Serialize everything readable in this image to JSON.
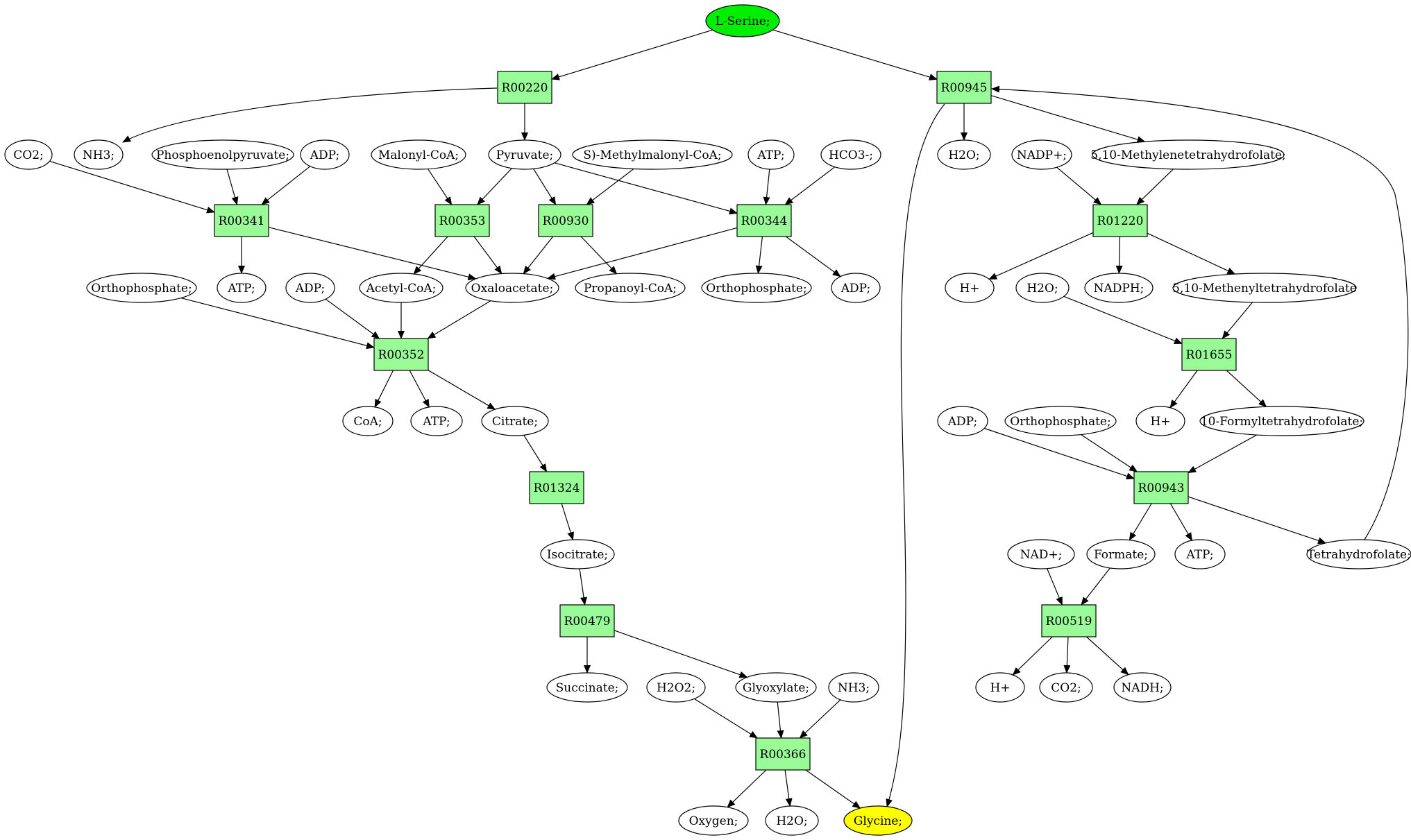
{
  "diagram": {
    "start_color": "#00ee00",
    "end_color": "#ffff00",
    "reaction_color": "#98fb98",
    "nodes": [
      {
        "id": "n_serine",
        "label": "L-Serine;",
        "kind": "start"
      },
      {
        "id": "r_00220",
        "label": "R00220",
        "kind": "reaction"
      },
      {
        "id": "r_00945",
        "label": "R00945",
        "kind": "reaction"
      },
      {
        "id": "n_co2_a",
        "label": "CO2;",
        "kind": "compound"
      },
      {
        "id": "n_nh3_a",
        "label": "NH3;",
        "kind": "compound"
      },
      {
        "id": "n_pep",
        "label": "Phosphoenolpyruvate;",
        "kind": "compound"
      },
      {
        "id": "n_adp_a",
        "label": "ADP;",
        "kind": "compound"
      },
      {
        "id": "n_malonyl",
        "label": "Malonyl-CoA;",
        "kind": "compound"
      },
      {
        "id": "n_pyruvate",
        "label": "Pyruvate;",
        "kind": "compound"
      },
      {
        "id": "n_smm",
        "label": "S)-Methylmalonyl-CoA;",
        "kind": "compound"
      },
      {
        "id": "n_atp_a",
        "label": "ATP;",
        "kind": "compound"
      },
      {
        "id": "n_hco3",
        "label": "HCO3-;",
        "kind": "compound"
      },
      {
        "id": "n_h2o_a",
        "label": "H2O;",
        "kind": "compound"
      },
      {
        "id": "n_nadp",
        "label": "NADP+;",
        "kind": "compound"
      },
      {
        "id": "n_mlthf",
        "label": "5,10-Methylenetetrahydrofolate;",
        "kind": "compound"
      },
      {
        "id": "r_00341",
        "label": "R00341",
        "kind": "reaction"
      },
      {
        "id": "r_00353",
        "label": "R00353",
        "kind": "reaction"
      },
      {
        "id": "r_00930",
        "label": "R00930",
        "kind": "reaction"
      },
      {
        "id": "r_00344",
        "label": "R00344",
        "kind": "reaction"
      },
      {
        "id": "r_01220",
        "label": "R01220",
        "kind": "reaction"
      },
      {
        "id": "n_orthop_a",
        "label": "Orthophosphate;",
        "kind": "compound"
      },
      {
        "id": "n_atp_b",
        "label": "ATP;",
        "kind": "compound"
      },
      {
        "id": "n_adp_b",
        "label": "ADP;",
        "kind": "compound"
      },
      {
        "id": "n_acetyl",
        "label": "Acetyl-CoA;",
        "kind": "compound"
      },
      {
        "id": "n_oaa",
        "label": "Oxaloacetate;",
        "kind": "compound"
      },
      {
        "id": "n_propanoyl",
        "label": "Propanoyl-CoA;",
        "kind": "compound"
      },
      {
        "id": "n_orthop_b",
        "label": "Orthophosphate;",
        "kind": "compound"
      },
      {
        "id": "n_adp_c",
        "label": "ADP;",
        "kind": "compound"
      },
      {
        "id": "n_hplus_a",
        "label": "H+",
        "kind": "compound"
      },
      {
        "id": "n_h2o_b",
        "label": "H2O;",
        "kind": "compound"
      },
      {
        "id": "n_nadph",
        "label": "NADPH;",
        "kind": "compound"
      },
      {
        "id": "n_mnthf",
        "label": "5,10-Methenyltetrahydrofolate",
        "kind": "compound"
      },
      {
        "id": "r_00352",
        "label": "R00352",
        "kind": "reaction"
      },
      {
        "id": "r_01655",
        "label": "R01655",
        "kind": "reaction"
      },
      {
        "id": "n_coa",
        "label": "CoA;",
        "kind": "compound"
      },
      {
        "id": "n_atp_c",
        "label": "ATP;",
        "kind": "compound"
      },
      {
        "id": "n_citrate",
        "label": "Citrate;",
        "kind": "compound"
      },
      {
        "id": "n_adp_d",
        "label": "ADP;",
        "kind": "compound"
      },
      {
        "id": "n_orthop_c",
        "label": "Orthophosphate;",
        "kind": "compound"
      },
      {
        "id": "n_hplus_b",
        "label": "H+",
        "kind": "compound"
      },
      {
        "id": "n_fthf",
        "label": "10-Formyltetrahydrofolate;",
        "kind": "compound"
      },
      {
        "id": "r_01324",
        "label": "R01324",
        "kind": "reaction"
      },
      {
        "id": "r_00943",
        "label": "R00943",
        "kind": "reaction"
      },
      {
        "id": "n_isocitrate",
        "label": "Isocitrate;",
        "kind": "compound"
      },
      {
        "id": "n_nadplus",
        "label": "NAD+;",
        "kind": "compound"
      },
      {
        "id": "n_formate",
        "label": "Formate;",
        "kind": "compound"
      },
      {
        "id": "n_atp_d",
        "label": "ATP;",
        "kind": "compound"
      },
      {
        "id": "n_thf",
        "label": "Tetrahydrofolate;",
        "kind": "compound"
      },
      {
        "id": "r_00479",
        "label": "R00479",
        "kind": "reaction"
      },
      {
        "id": "r_00519",
        "label": "R00519",
        "kind": "reaction"
      },
      {
        "id": "n_succinate",
        "label": "Succinate;",
        "kind": "compound"
      },
      {
        "id": "n_h2o2",
        "label": "H2O2;",
        "kind": "compound"
      },
      {
        "id": "n_glyoxylate",
        "label": "Glyoxylate;",
        "kind": "compound"
      },
      {
        "id": "n_nh3_b",
        "label": "NH3;",
        "kind": "compound"
      },
      {
        "id": "n_hplus_c",
        "label": "H+",
        "kind": "compound"
      },
      {
        "id": "n_co2_b",
        "label": "CO2;",
        "kind": "compound"
      },
      {
        "id": "n_nadh",
        "label": "NADH;",
        "kind": "compound"
      },
      {
        "id": "r_00366",
        "label": "R00366",
        "kind": "reaction"
      },
      {
        "id": "n_oxygen",
        "label": "Oxygen;",
        "kind": "compound"
      },
      {
        "id": "n_h2o_c",
        "label": "H2O;",
        "kind": "compound"
      },
      {
        "id": "n_glycine",
        "label": "Glycine;",
        "kind": "end"
      }
    ],
    "edges": [
      [
        "n_serine",
        "r_00220"
      ],
      [
        "n_serine",
        "r_00945"
      ],
      [
        "r_00220",
        "n_nh3_a"
      ],
      [
        "r_00220",
        "n_pyruvate"
      ],
      [
        "r_00945",
        "n_h2o_a"
      ],
      [
        "r_00945",
        "n_mlthf"
      ],
      [
        "r_00945",
        "n_glycine"
      ],
      [
        "n_co2_a",
        "r_00341"
      ],
      [
        "n_pep",
        "r_00341"
      ],
      [
        "n_adp_a",
        "r_00341"
      ],
      [
        "r_00341",
        "n_atp_b"
      ],
      [
        "r_00341",
        "n_oaa"
      ],
      [
        "n_malonyl",
        "r_00353"
      ],
      [
        "n_pyruvate",
        "r_00353"
      ],
      [
        "r_00353",
        "n_acetyl"
      ],
      [
        "r_00353",
        "n_oaa"
      ],
      [
        "n_pyruvate",
        "r_00930"
      ],
      [
        "n_smm",
        "r_00930"
      ],
      [
        "r_00930",
        "n_oaa"
      ],
      [
        "r_00930",
        "n_propanoyl"
      ],
      [
        "n_pyruvate",
        "r_00344"
      ],
      [
        "n_atp_a",
        "r_00344"
      ],
      [
        "n_hco3",
        "r_00344"
      ],
      [
        "r_00344",
        "n_oaa"
      ],
      [
        "r_00344",
        "n_orthop_b"
      ],
      [
        "r_00344",
        "n_adp_c"
      ],
      [
        "n_nadp",
        "r_01220"
      ],
      [
        "n_mlthf",
        "r_01220"
      ],
      [
        "r_01220",
        "n_hplus_a"
      ],
      [
        "r_01220",
        "n_nadph"
      ],
      [
        "r_01220",
        "n_mnthf"
      ],
      [
        "n_orthop_a",
        "r_00352"
      ],
      [
        "n_adp_b",
        "r_00352"
      ],
      [
        "n_acetyl",
        "r_00352"
      ],
      [
        "n_oaa",
        "r_00352"
      ],
      [
        "r_00352",
        "n_coa"
      ],
      [
        "r_00352",
        "n_atp_c"
      ],
      [
        "r_00352",
        "n_citrate"
      ],
      [
        "n_h2o_b",
        "r_01655"
      ],
      [
        "n_mnthf",
        "r_01655"
      ],
      [
        "r_01655",
        "n_hplus_b"
      ],
      [
        "r_01655",
        "n_fthf"
      ],
      [
        "n_citrate",
        "r_01324"
      ],
      [
        "r_01324",
        "n_isocitrate"
      ],
      [
        "n_adp_d",
        "r_00943"
      ],
      [
        "n_orthop_c",
        "r_00943"
      ],
      [
        "n_fthf",
        "r_00943"
      ],
      [
        "r_00943",
        "n_formate"
      ],
      [
        "r_00943",
        "n_atp_d"
      ],
      [
        "r_00943",
        "n_thf"
      ],
      [
        "n_thf",
        "r_00945"
      ],
      [
        "n_isocitrate",
        "r_00479"
      ],
      [
        "r_00479",
        "n_succinate"
      ],
      [
        "r_00479",
        "n_glyoxylate"
      ],
      [
        "n_nadplus",
        "r_00519"
      ],
      [
        "n_formate",
        "r_00519"
      ],
      [
        "r_00519",
        "n_hplus_c"
      ],
      [
        "r_00519",
        "n_co2_b"
      ],
      [
        "r_00519",
        "n_nadh"
      ],
      [
        "n_h2o2",
        "r_00366"
      ],
      [
        "n_glyoxylate",
        "r_00366"
      ],
      [
        "n_nh3_b",
        "r_00366"
      ],
      [
        "r_00366",
        "n_oxygen"
      ],
      [
        "r_00366",
        "n_h2o_c"
      ],
      [
        "r_00366",
        "n_glycine"
      ]
    ]
  }
}
